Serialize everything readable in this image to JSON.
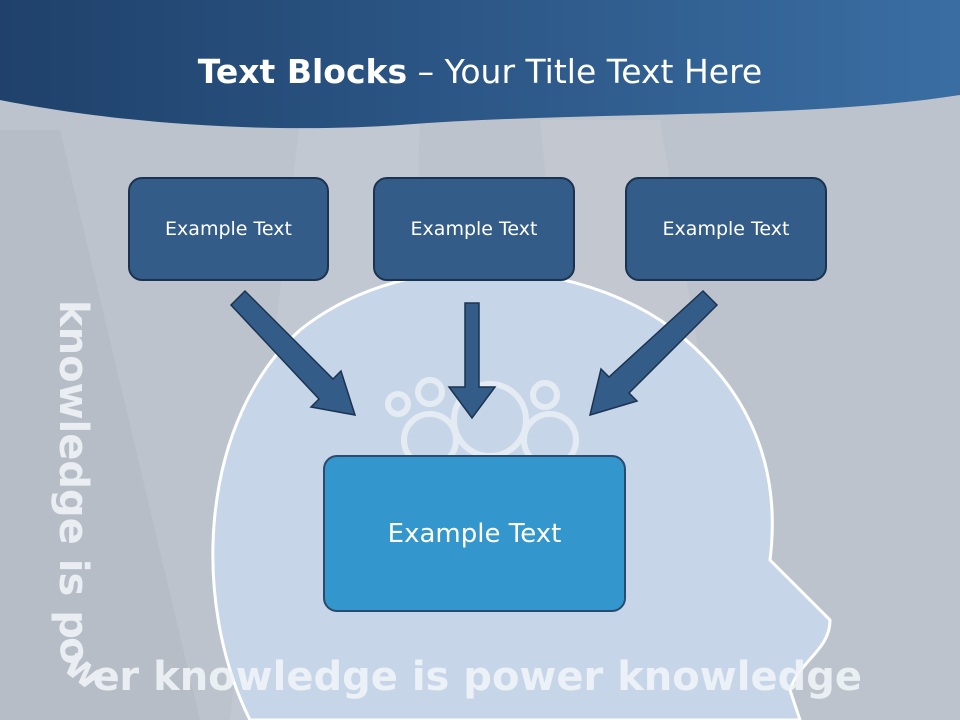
{
  "slide": {
    "title_bold": "Text Blocks",
    "title_rest": " – Your Title Text Here",
    "watermark_text": "knowledge is power knowledge is power knowledge",
    "top_boxes": [
      {
        "label": "Example Text"
      },
      {
        "label": "Example Text"
      },
      {
        "label": "Example Text"
      }
    ],
    "center_box": {
      "label": "Example Text"
    },
    "colors": {
      "header": "#2b5485",
      "box": "#335c88",
      "center_box": "#3396cc",
      "arrow": "#335c88"
    }
  }
}
